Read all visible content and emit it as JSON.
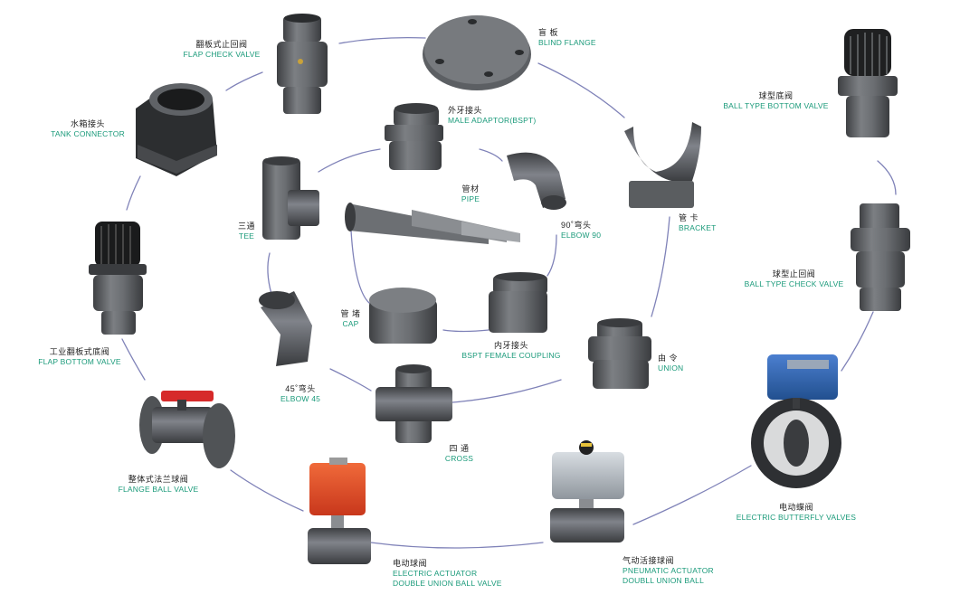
{
  "colors": {
    "connector": "#7f82b8",
    "label_en": "#1a9a7a",
    "label_cn": "#222222",
    "pvc_gray": "#6a6d70",
    "valve_red": "#e04a2a",
    "electric_blue": "#2b5fae",
    "handle_red": "#d62a2a"
  },
  "products": {
    "flap_check_valve": {
      "cn": "翻板式止回阀",
      "en": "FLAP CHECK VALVE"
    },
    "blind_flange": {
      "cn": "盲 板",
      "en": "BLIND FLANGE"
    },
    "ball_type_bottom_valve": {
      "cn": "球型底阀",
      "en": "BALL TYPE BOTTOM VALVE"
    },
    "tank_connector": {
      "cn": "水箱接头",
      "en": "TANK CONNECTOR"
    },
    "male_adaptor": {
      "cn": "外牙接头",
      "en": "MALE ADAPTOR(BSPT)"
    },
    "pipe": {
      "cn": "管材",
      "en": "PIPE"
    },
    "tee": {
      "cn": "三通",
      "en": "TEE"
    },
    "elbow_90": {
      "cn": "90˚弯头",
      "en": "ELBOW 90"
    },
    "bracket": {
      "cn": "管 卡",
      "en": "BRACKET"
    },
    "ball_type_check_valve": {
      "cn": "球型止回阀",
      "en": "BALL TYPE CHECK VALVE"
    },
    "cap": {
      "cn": "管 堵",
      "en": "CAP"
    },
    "bspt_female_coupling": {
      "cn": "内牙接头",
      "en": "BSPT FEMALE COUPLING"
    },
    "flap_bottom_valve": {
      "cn": "工业翻板式底阀",
      "en": "FLAP BOTTOM VALVE"
    },
    "union": {
      "cn": "由 令",
      "en": "UNION"
    },
    "elbow_45": {
      "cn": "45˚弯头",
      "en": "ELBOW 45"
    },
    "cross": {
      "cn": "四 通",
      "en": "CROSS"
    },
    "flange_ball_valve": {
      "cn": "整体式法兰球阀",
      "en": "FLANGE BALL VALVE"
    },
    "electric_butterfly_valves": {
      "cn": "电动蝶阀",
      "en": "ELECTRIC  BUTTERFLY VALVES"
    },
    "pneumatic_actuator": {
      "cn": "气动活接球阀",
      "en": "PNEUMATIC ACTUATOR",
      "en2": "DOUBLL UNION BALL"
    },
    "electric_actuator": {
      "cn": "电动球阀",
      "en": "ELECTRIC ACTUATOR",
      "en2": "DOUBLE UNION BALL VALVE"
    }
  }
}
